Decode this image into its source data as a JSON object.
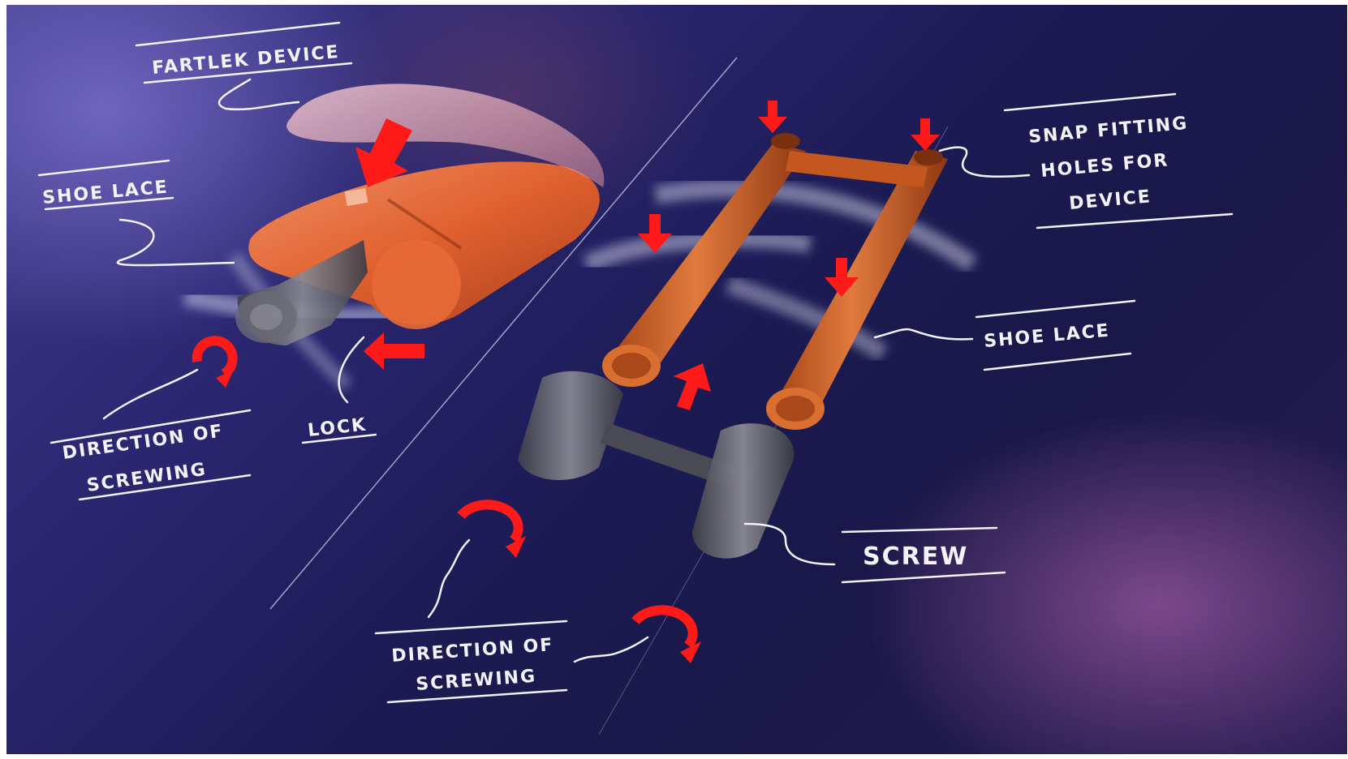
{
  "labels": {
    "fartlek_device": "FARTLEK DEVICE",
    "shoe_lace_left": "SHOE LACE",
    "direction_left_line1": "DIRECTION OF",
    "direction_left_line2": "SCREWING",
    "lock": "LOCK",
    "snap_line1": "SNAP FITTING",
    "snap_line2": "HOLES FOR",
    "snap_line3": "DEVICE",
    "shoe_lace_right": "SHOE LACE",
    "screw": "SCREW",
    "direction_bottom_line1": "DIRECTION OF",
    "direction_bottom_line2": "SCREWING"
  },
  "colors": {
    "background_dark": "#1b1a52",
    "background_light": "#3f3a8a",
    "device_orange": "#e46a3a",
    "frame_orange": "#c75a22",
    "screw_gray": "#5e5e66",
    "arrow_red": "#ff1a1a",
    "annotation_white": "#f2f2f8"
  }
}
